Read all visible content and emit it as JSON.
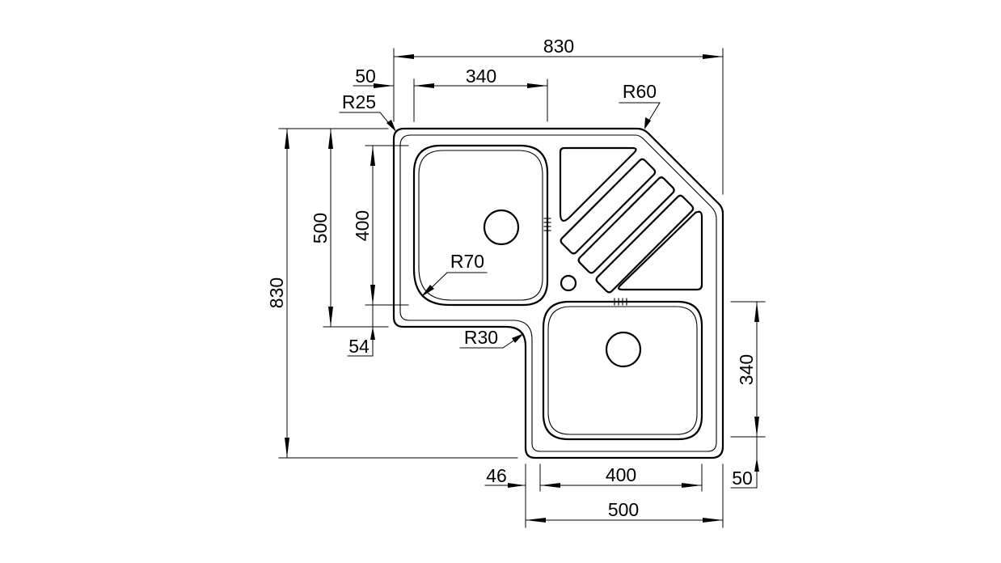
{
  "drawing": {
    "subject": "corner sink technical drawing",
    "line_color": "#000000",
    "background_color": "#ffffff"
  },
  "dimensions": {
    "overall_width": "830",
    "left_offset": "50",
    "left_bowl_width": "340",
    "corner_radius_top_left": "R25",
    "chamfer_radius": "R60",
    "overall_height": "830",
    "left_bowl_outer_height": "500",
    "left_bowl_inner_height": "400",
    "bowl_corner_radius": "R70",
    "bottom_left_gap": "54",
    "inner_corner_radius": "R30",
    "right_bowl_height": "340",
    "bottom_offset_left": "46",
    "right_bowl_inner_width": "400",
    "right_bowl_outer_width": "500",
    "bottom_right_offset": "50"
  }
}
